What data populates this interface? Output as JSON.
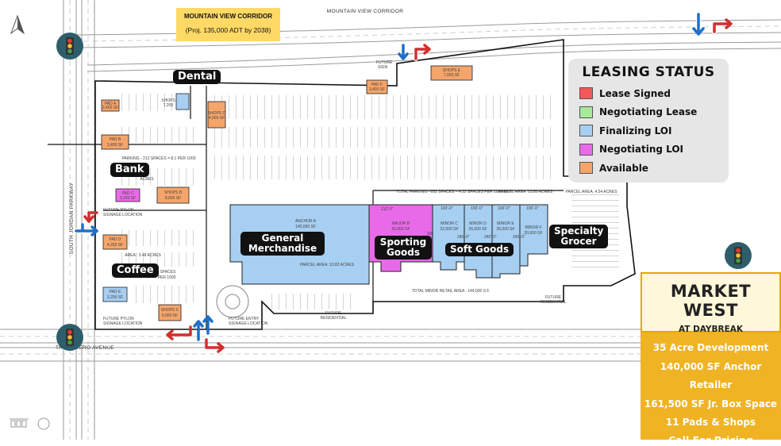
{
  "corridor_box": {
    "title": "MOUNTAIN VIEW CORRIDOR",
    "subtitle": "(Proj. 135,000 ADT by 2038)"
  },
  "roads": {
    "north": "MOUNTAIN VIEW CORRIDOR",
    "west": "SOUTH JORDAN PARKWAY",
    "south": "TROCADERO AVENUE"
  },
  "callouts": {
    "dental": "Dental",
    "bank": "Bank",
    "coffee": "Coffee",
    "general": "General Merchandise",
    "sporting": "Sporting Goods",
    "soft": "Soft Goods",
    "grocer": "Specialty Grocer"
  },
  "legend": {
    "title": "LEASING STATUS",
    "items": [
      {
        "label": "Lease Signed",
        "color": "#f05a5a"
      },
      {
        "label": "Negotiating Lease",
        "color": "#a8e89a"
      },
      {
        "label": "Finalizing LOI",
        "color": "#a6cff2"
      },
      {
        "label": "Negotiating LOI",
        "color": "#e96ae9"
      },
      {
        "label": "Available",
        "color": "#f5a56a"
      }
    ]
  },
  "brand": {
    "name": "MARKET WEST",
    "subtitle": "AT DAYBREAK",
    "facts": [
      "35 Acre Development",
      "140,000 SF Anchor Retailer",
      "161,500 SF Jr. Box Space",
      "11 Pads & Shops"
    ],
    "cta": "Call For Pricing"
  },
  "site_labels": {
    "anchor_a": "ANCHOR A",
    "anchor_a_sf": "140,000 SF",
    "anchor_a_parcel": "PARCEL AREA: 10.82 ACRES",
    "major_b": "MAJOR B",
    "major_b_sf": "50,000 SF",
    "minor_c": "MINOR C",
    "minor_c_sf": "22,000 SF",
    "minor_d": "MINOR D",
    "minor_d_sf": "26,000 SF",
    "minor_e": "MINOR E",
    "minor_e_sf": "26,000 SF",
    "minor_f": "MINOR F",
    "minor_f_sf": "20,000 SF",
    "total_parking": "TOTAL PARKING - 652 SPACES = 4.22 SPACES PER 1000 SF",
    "parcel_1380": "PARCEL AREA: 13.80 ACRES",
    "parcel_454": "PARCEL AREA: 4.54 ACRES",
    "parking_212": "PARKING - 212 SPACES = 8.1 PER 1000",
    "acres": "ACRES",
    "area_348": "AREA : 3.48 ACRES",
    "spaces_137": "- 137 SPACES",
    "per_1000": "PER 1000",
    "pylon_1": "FUTURE PYLON",
    "pylon_1b": "SIGNAGE LOCATION",
    "pylon_2": "FUTURE PYLON",
    "pylon_2b": "SIGNAGE LOCATION",
    "entry_1": "FUTURE ENTRY",
    "entry_2": "SIGNAGE LOCATION",
    "future_sign_1": "FUTURE",
    "future_sign_2": "SIGN",
    "res_1": "FUTURE",
    "res_1b": "RESIDENTIAL",
    "res_2": "FUTURE",
    "res_2b": "RESIDENTIAL",
    "total_minor": "TOTAL MINOR RETAIL AREA : 144,000 S.F.",
    "shops_e": "SHOPS E",
    "shops_e_sf": "7,000 SF",
    "pad_f": "PAD F",
    "pad_f_sf": "3,400 SF",
    "shops_top": "SHOPS",
    "shops_top_sf": "7,200",
    "shops_d": "SHOPS D",
    "shops_d_sf": "4,000 SF",
    "pad_a": "PAD A",
    "pad_a_sf": "3,400 SF",
    "pad_b": "PAD B",
    "pad_b_sf": "3,400 SF",
    "pad_c": "PAD C",
    "pad_c_sf": "3,200 SF",
    "shops_b": "SHOPS B",
    "shops_b_sf": "8,000 SF",
    "pad_d": "PAD D",
    "pad_d_sf": "4,250 SF",
    "pad_e": "PAD E",
    "pad_e_sf": "3,200 SF",
    "shops_c": "SHOPS C",
    "shops_c_sf": "6,000 SF",
    "dim_212": "212'-0\"",
    "dim_100_c": "100'-0\"",
    "dim_100_d": "100'-0\"",
    "dim_100_e": "100'-0\"",
    "dim_100_f": "100'-0\"",
    "dim_200": "200'-0\"",
    "dim_240_1": "240'-0\"",
    "dim_240_2": "240'-0\"",
    "dim_240_3": "240'-0\""
  }
}
